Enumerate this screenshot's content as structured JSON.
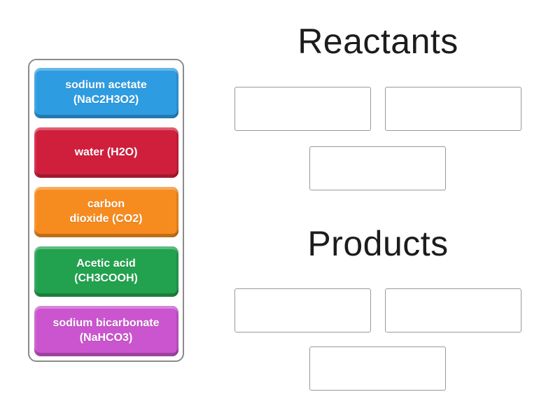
{
  "chips": [
    {
      "id": "sodium-acetate",
      "label": "sodium acetate\n(NaC2H3O2)",
      "color": "#2e9ce1"
    },
    {
      "id": "water",
      "label": "water (H2O)",
      "color": "#d01f3c"
    },
    {
      "id": "carbon-dioxide",
      "label": "carbon\ndioxide (CO2)",
      "color": "#f68b1f"
    },
    {
      "id": "acetic-acid",
      "label": "Acetic acid\n(CH3COOH)",
      "color": "#22a24e"
    },
    {
      "id": "sodium-bicarbonate",
      "label": "sodium bicarbonate\n(NaHCO3)",
      "color": "#ca55ce"
    }
  ],
  "groups": [
    {
      "title": "Reactants",
      "slots": 3
    },
    {
      "title": "Products",
      "slots": 3
    }
  ],
  "colors": {
    "tray_border": "#8b8b8b",
    "slot_border": "#999999",
    "title_text": "#1c1c1c",
    "chip_text": "#ffffff"
  }
}
